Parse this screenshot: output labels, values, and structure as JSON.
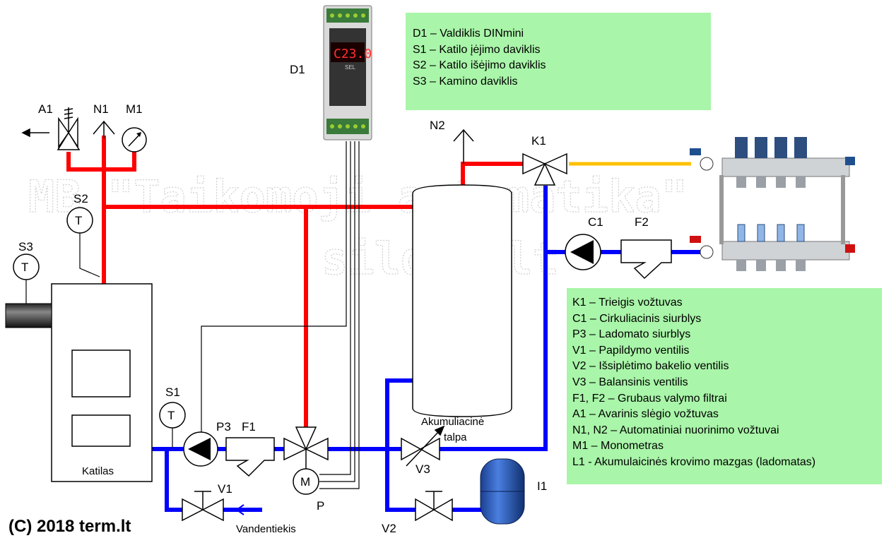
{
  "watermark": {
    "line1": "MB \"Taikomoji automatika\"",
    "line2": "sildau.lt"
  },
  "labels": {
    "D1": "D1",
    "A1": "A1",
    "N1": "N1",
    "M1": "M1",
    "N2": "N2",
    "K1": "K1",
    "S2": "S2",
    "S3": "S3",
    "S1": "S1",
    "C1": "C1",
    "F2": "F2",
    "P3": "P3",
    "F1": "F1",
    "V3": "V3",
    "V1": "V1",
    "V2": "V2",
    "I1": "I1",
    "P": "P",
    "T": "T",
    "M": "M",
    "katilas": "Katilas",
    "akumuliacine": "Akumuliacinė",
    "talpa": "talpa",
    "vandentiekis": "Vandentiekis"
  },
  "controller_display": {
    "value": "C23.0",
    "brand": "SEL"
  },
  "legend_top": [
    "D1 – Valdiklis DINmini",
    "S1 – Katilo įėjimo daviklis",
    "S2 – Katilo išėjimo daviklis",
    "S3 – Kamino daviklis"
  ],
  "legend_bottom": [
    "K1 – Trieigis vožtuvas",
    "C1 – Cirkuliacinis siurblys",
    "P3 – Ladomato siurblys",
    "V1 – Papildymo ventilis",
    "V2 – Išsiplėtimo bakelio ventilis",
    "V3 – Balansinis ventilis",
    "F1, F2 – Grubaus valymo filtrai",
    "A1 – Avarinis slėgio vožtuvas",
    "N1, N2 – Automatiniai nuorinimo vožtuvai",
    "M1 – Monometras",
    "L1 - Akumulaicinės krovimo mazgas (ladomatas)"
  ],
  "copyright": "(C) 2018 term.lt",
  "colors": {
    "hot_pipe": "#ff0000",
    "cold_pipe": "#0000ff",
    "supply_pipe": "#ffc000",
    "legend_bg": "#a9f5a9"
  }
}
